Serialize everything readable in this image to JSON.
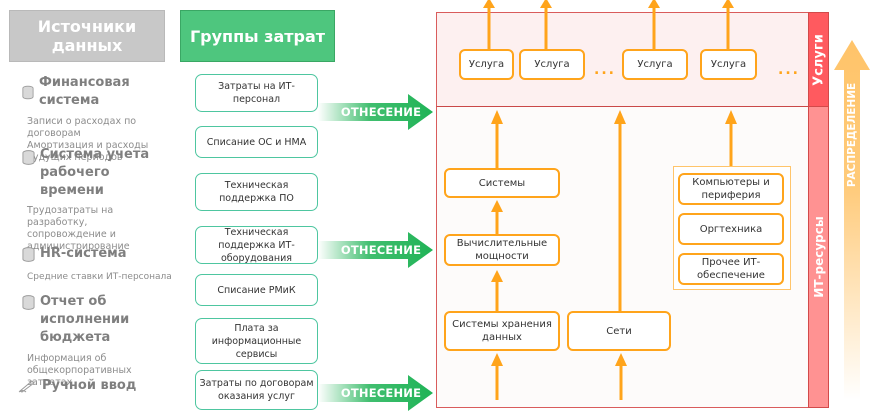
{
  "headers": {
    "sources": "Источники данных",
    "cost_groups": "Группы затрат"
  },
  "sources": [
    {
      "icon": "database-icon",
      "title": "Финансовая система",
      "desc": [
        "Записи о расходах по",
        "договорам",
        "Амортизация и расходы",
        "будущих периодов"
      ]
    },
    {
      "icon": "database-icon",
      "title": "Система учета рабочего времени",
      "desc": [
        "Трудозатраты на",
        "разработку,",
        "сопровождение и",
        "администрирование"
      ]
    },
    {
      "icon": "database-icon",
      "title": "HR-система",
      "desc": [
        "Средние ставки ИТ-персонала"
      ]
    },
    {
      "icon": "database-icon",
      "title": "Отчет об исполнении бюджета",
      "desc": [
        "Информация об",
        "общекорпоративных",
        "затратах"
      ]
    },
    {
      "icon": "pen-icon",
      "title": "Ручной ввод",
      "desc": []
    }
  ],
  "cost_groups": [
    "Затраты на ИТ-персонал",
    "Списание ОС и НМА",
    "Техническая поддержка ПО",
    "Техническая поддержка ИТ-оборудования",
    "Списание РМиК",
    "Плата за информационные сервисы",
    "Затраты по договорам оказания услуг"
  ],
  "allocation_arrows": [
    "ОТНЕСЕНИЕ",
    "ОТНЕСЕНИЕ",
    "ОТНЕСЕНИЕ"
  ],
  "services_layer": {
    "label": "Услуги",
    "items": [
      "Услуга",
      "Услуга",
      "Услуга",
      "Услуга"
    ],
    "ellipsis": "..."
  },
  "resources_layer": {
    "label": "ИТ-ресурсы",
    "systems": "Системы",
    "computing": "Вычислительные мощности",
    "storage": "Системы хранения данных",
    "networks": "Сети",
    "end_user_group": [
      "Компьютеры и периферия",
      "Оргтехника",
      "Прочее ИТ-обеспечение"
    ]
  },
  "distribution_arrow": "РАСПРЕДЕЛЕНИЕ",
  "colors": {
    "sources_header": "#c8c8c8",
    "groups_header": "#4ec67e",
    "group_border": "#4ec6a0",
    "allocation_arrow": "#1fb356",
    "resource_arrow": "#ffa41b",
    "services_band": "#ff5a5f",
    "resources_band": "#ff9292",
    "distribution_arrow": "#ffc46a"
  }
}
